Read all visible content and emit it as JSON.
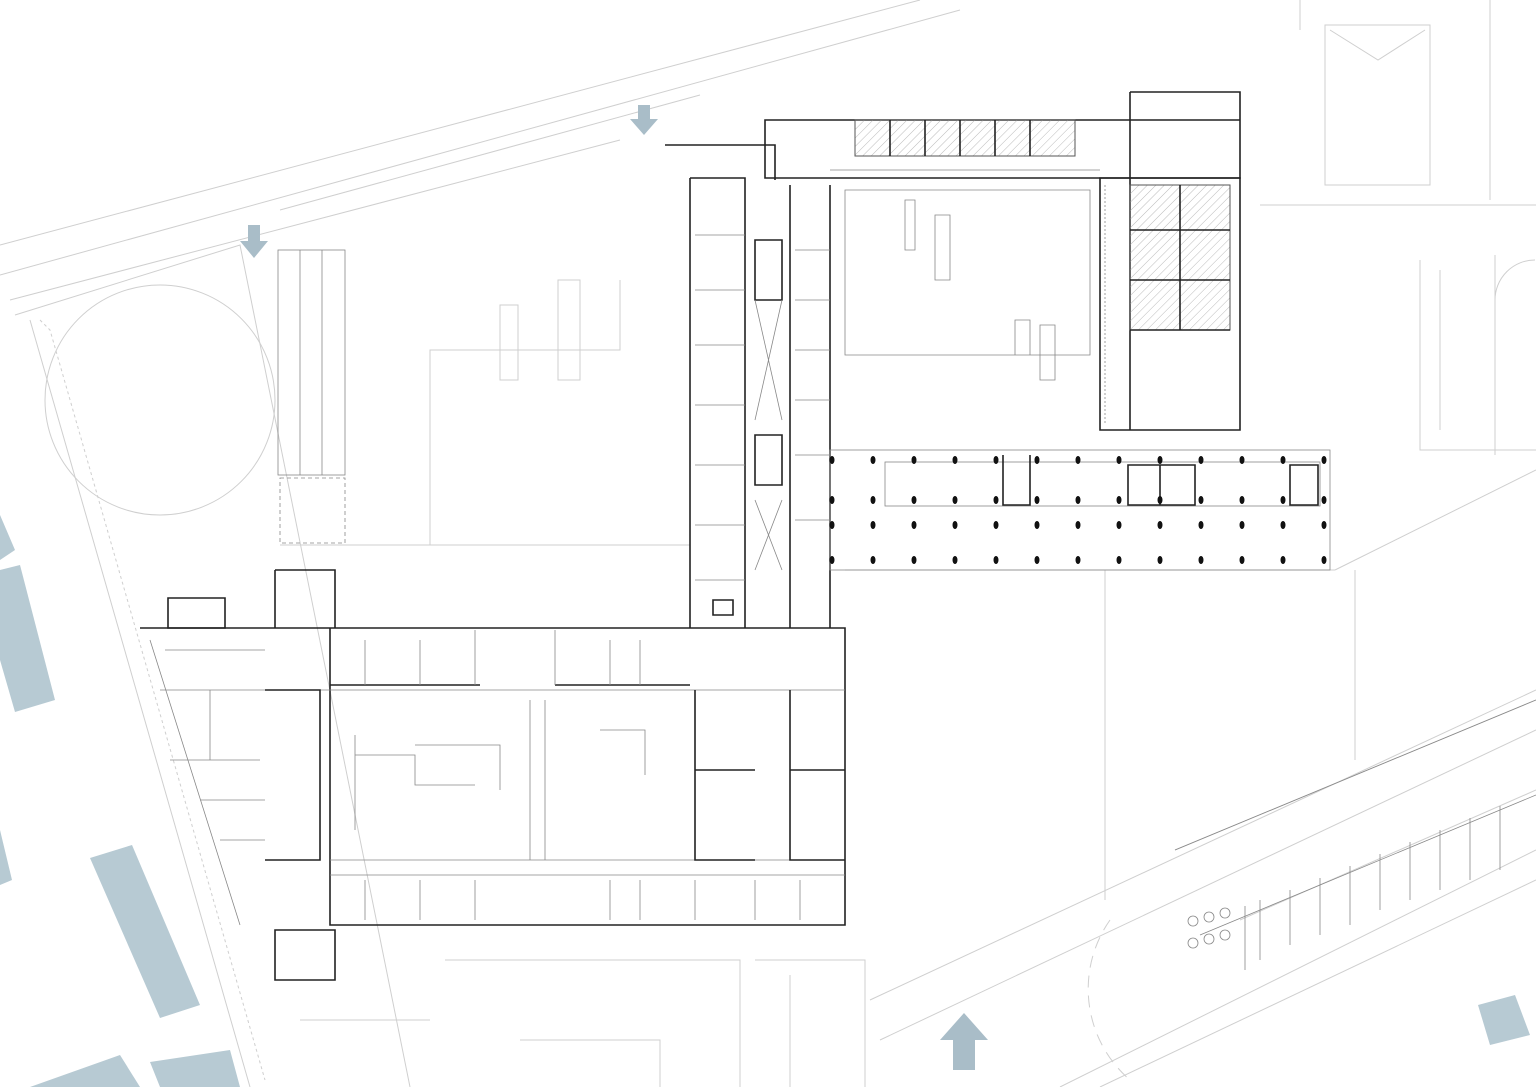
{
  "colors": {
    "neighbor_building": "#b7cad3",
    "entrance_arrow": "#a9bdc8",
    "wall": "#222222",
    "site_line": "#cfcfcf"
  },
  "entrance_arrows": [
    {
      "direction": "down"
    },
    {
      "direction": "down"
    },
    {
      "direction": "up"
    }
  ],
  "accessible_parking_spaces": 6
}
